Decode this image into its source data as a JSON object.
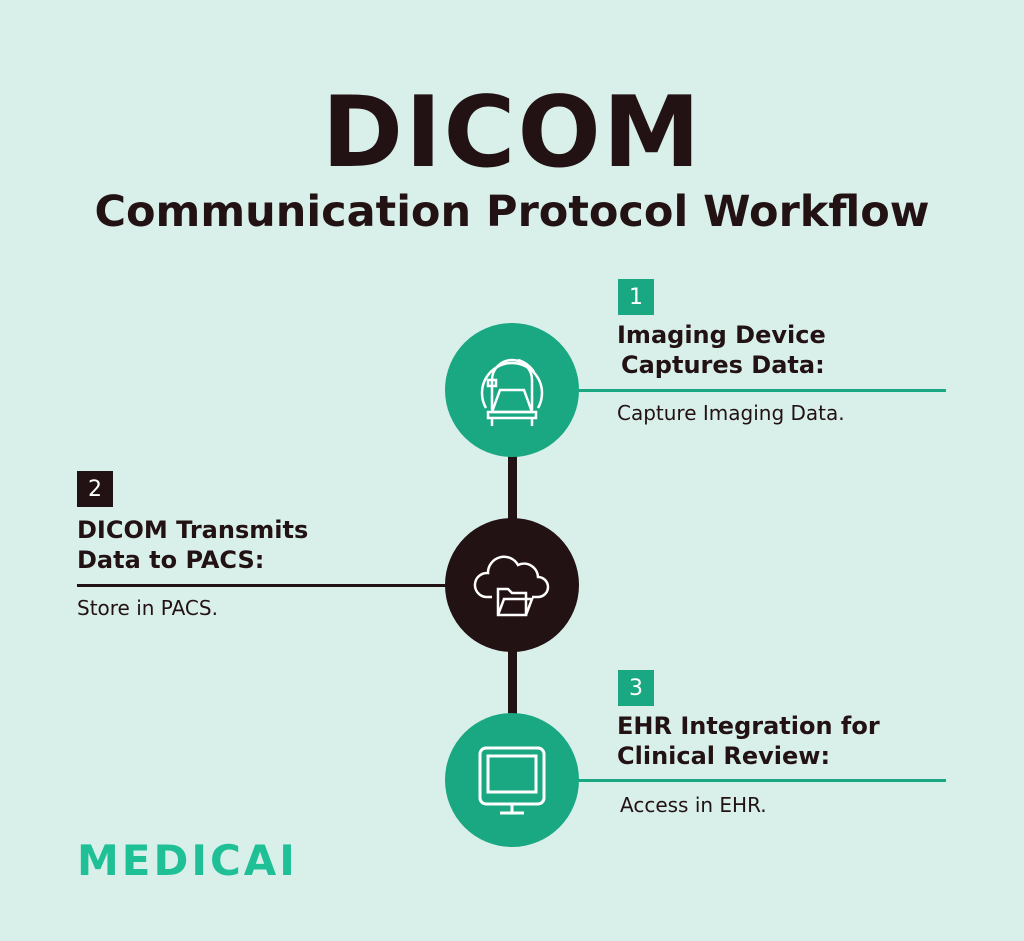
{
  "title": "DICOM",
  "subtitle": "Communication Protocol Workflow",
  "steps": [
    {
      "number": "1",
      "heading_1": "Imaging Device",
      "heading_2": "Captures Data:",
      "description": "Capture Imaging Data.",
      "icon": "mri-scanner-icon"
    },
    {
      "number": "2",
      "heading_1": "DICOM Transmits",
      "heading_2": "Data to PACS:",
      "description": "Store in PACS.",
      "icon": "cloud-folder-icon"
    },
    {
      "number": "3",
      "heading_1": "EHR Integration for",
      "heading_2": "Clinical Review:",
      "description": "Access in EHR.",
      "icon": "monitor-icon"
    }
  ],
  "logo": "MEDICAI",
  "colors": {
    "background": "#d8efea",
    "green": "#1aa882",
    "dark": "#231213",
    "logo": "#1fc095"
  }
}
